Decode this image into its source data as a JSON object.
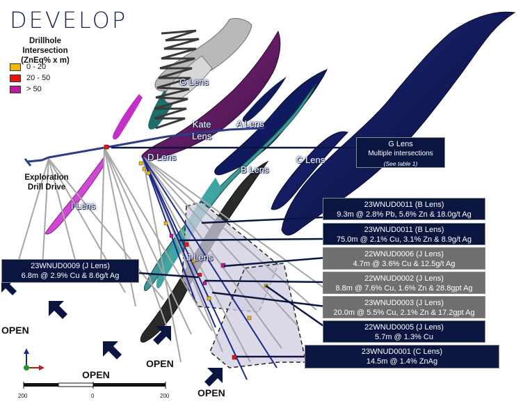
{
  "logo_text": "DEVELOP",
  "legend": {
    "title": "Drillhole Intersection\n(ZnEq% x m)",
    "items": [
      {
        "label": "0 - 20",
        "color": "#f5b800"
      },
      {
        "label": "20 - 50",
        "color": "#e8130f"
      },
      {
        "label": "> 50",
        "color": "#c0189a"
      }
    ]
  },
  "lens_labels": {
    "g": "G Lens",
    "kate": "Kate\nLens",
    "a": "A Lens",
    "d": "D Lens",
    "b": "B Lens",
    "c": "C Lens",
    "i": "I Lens",
    "j": "J Lens"
  },
  "exploration_drive": "Exploration\nDrill Drive",
  "callouts": {
    "g_lens": {
      "title": "G Lens",
      "line2": "Multiple intersections",
      "note": "(See table 1)"
    },
    "b1": {
      "title": "23WNUD0011 (B Lens)",
      "body": "9.3m @ 2.8% Pb, 5.6% Zn & 18.0g/t Ag"
    },
    "b2": {
      "title": "23WNUD0011 (B Lens)",
      "body": "75.0m @ 2.1% Cu, 3.1% Zn & 8.9g/t Ag"
    },
    "j6": {
      "title": "22WNUD0006 (J Lens)",
      "body": "4.7m @ 3.6% Cu & 12.5g/t Ag"
    },
    "j2": {
      "title": "22WNUD0002 (J Lens)",
      "body": "8.8m @ 7.6% Cu, 1.6% Zn & 28.8gpt Ag"
    },
    "j3": {
      "title": "23WNUD0003 (J Lens)",
      "body": "20.0m @ 5.5% Cu, 2.1% Zn & 17.2gpt Ag"
    },
    "j5": {
      "title": "22WNUD0005 (J Lens)",
      "body": "5.7m @ 1.3% Cu"
    },
    "c1": {
      "title": "23WNUD0001 (C Lens)",
      "body": "14.5m @ 1.4% ZnAg"
    },
    "j9": {
      "title": "23WNUD0009 (J Lens)",
      "body": "6.8m @ 2.9% Cu & 8.6g/t Ag"
    }
  },
  "open_label": "OPEN",
  "scale_labels": [
    "200",
    "0",
    "200"
  ],
  "colors": {
    "navy": "#0d1550",
    "teal": "#2f8c8a",
    "purple": "#6b1a6b",
    "magenta": "#c42fc7",
    "grey_drill": "#a8a8a8",
    "callout_dark": "#0b1640",
    "callout_grey": "#6f6f6f"
  }
}
